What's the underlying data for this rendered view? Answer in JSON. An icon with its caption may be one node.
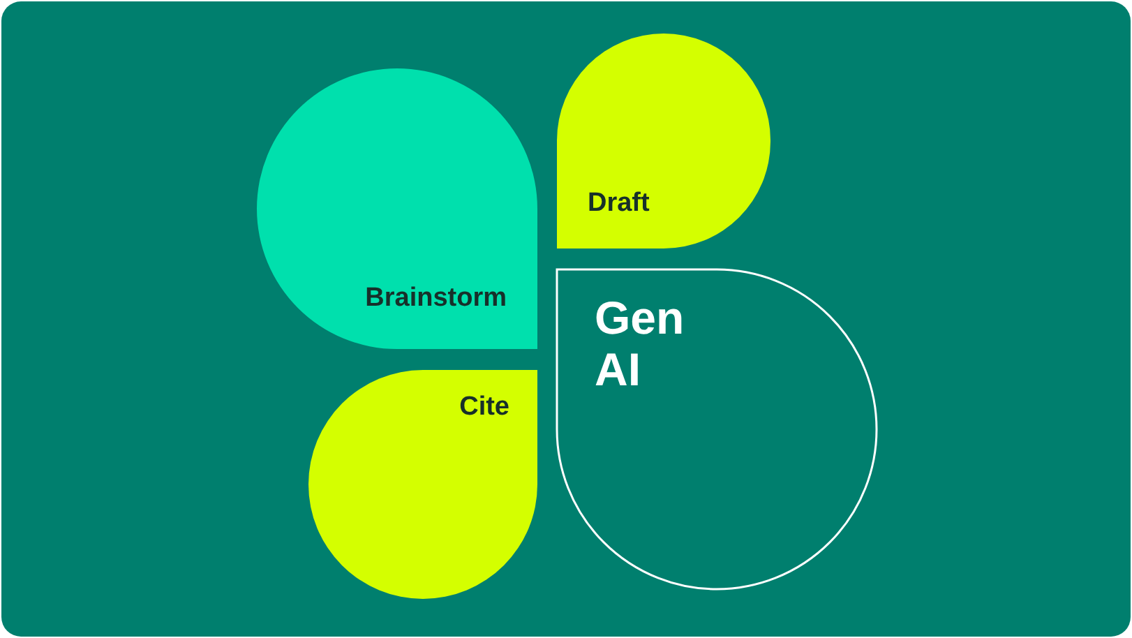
{
  "diagram": {
    "nodes": [
      {
        "text": [
          "Brainstorm"
        ]
      },
      {
        "text": [
          "Draft"
        ]
      },
      {
        "text": [
          "Cite"
        ]
      },
      {
        "text": [
          "Gen AI"
        ]
      }
    ]
  }
}
